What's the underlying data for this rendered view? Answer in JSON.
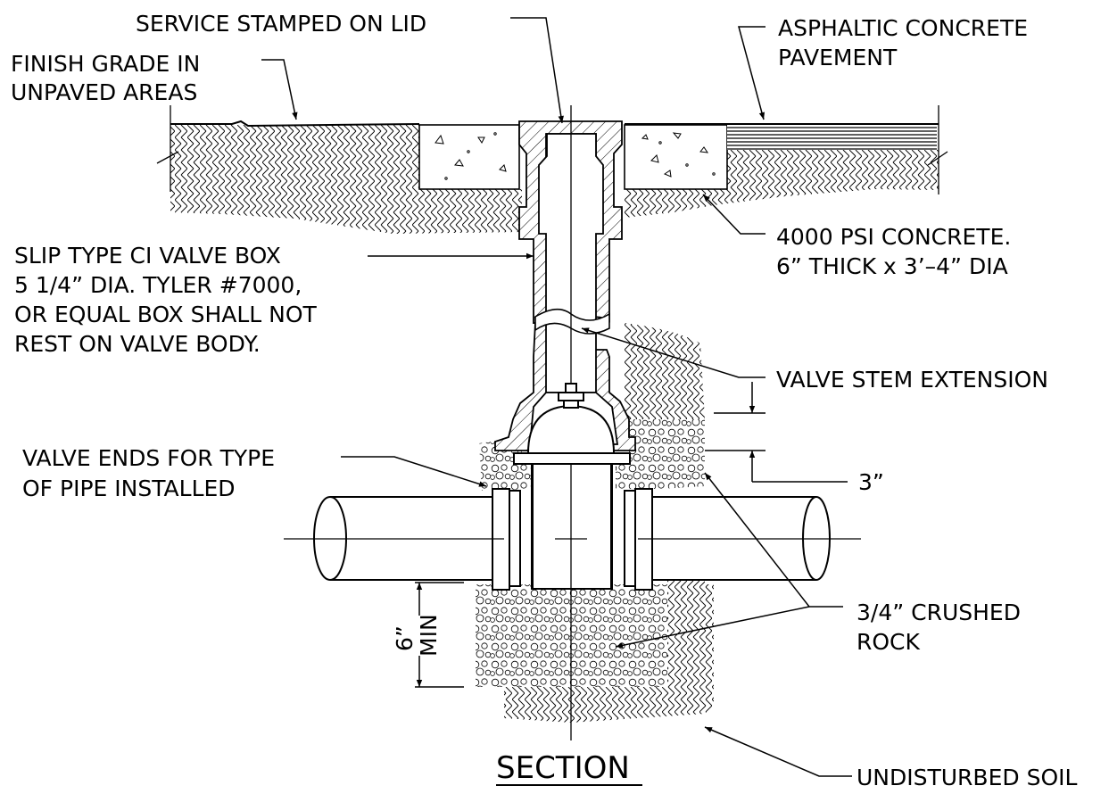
{
  "labels": {
    "service_lid": [
      "SERVICE STAMPED ON LID"
    ],
    "finish_grade": [
      "FINISH GRADE IN",
      "UNPAVED AREAS"
    ],
    "pavement": [
      "ASPHALTIC CONCRETE",
      "PAVEMENT"
    ],
    "concrete": [
      "4000 PSI CONCRETE.",
      "6” THICK x 3’–4” DIA"
    ],
    "valve_box": [
      "SLIP TYPE CI VALVE BOX",
      "5 1/4” DIA. TYLER #7000,",
      "OR EQUAL BOX SHALL NOT",
      "REST ON VALVE BODY."
    ],
    "stem": [
      "VALVE STEM EXTENSION"
    ],
    "three_in": [
      "3”"
    ],
    "valve_ends": [
      "VALVE ENDS FOR TYPE",
      "OF PIPE INSTALLED"
    ],
    "rock": [
      "3/4” CRUSHED",
      "ROCK"
    ],
    "six_min": [
      "6”",
      "MIN"
    ],
    "soil": [
      "UNDISTURBED SOIL"
    ]
  },
  "title": "SECTION"
}
